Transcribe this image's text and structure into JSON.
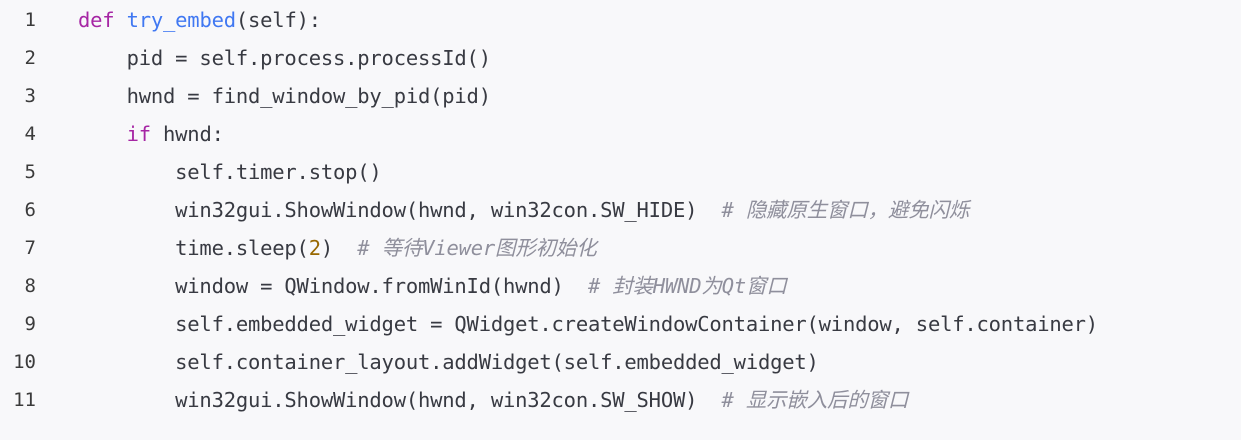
{
  "code_block": {
    "language": "python",
    "lines": [
      {
        "number": "1",
        "indent": "",
        "tokens": [
          {
            "type": "keyword",
            "text": "def"
          },
          {
            "type": "plain",
            "text": " "
          },
          {
            "type": "funcname",
            "text": "try_embed"
          },
          {
            "type": "plain",
            "text": "(self):"
          }
        ]
      },
      {
        "number": "2",
        "indent": "    ",
        "tokens": [
          {
            "type": "plain",
            "text": "pid = self.process.processId()"
          }
        ]
      },
      {
        "number": "3",
        "indent": "    ",
        "tokens": [
          {
            "type": "plain",
            "text": "hwnd = find_window_by_pid(pid)"
          }
        ]
      },
      {
        "number": "4",
        "indent": "    ",
        "tokens": [
          {
            "type": "keyword",
            "text": "if"
          },
          {
            "type": "plain",
            "text": " hwnd:"
          }
        ]
      },
      {
        "number": "5",
        "indent": "        ",
        "tokens": [
          {
            "type": "plain",
            "text": "self.timer.stop()"
          }
        ]
      },
      {
        "number": "6",
        "indent": "        ",
        "tokens": [
          {
            "type": "plain",
            "text": "win32gui.ShowWindow(hwnd, win32con.SW_HIDE)  "
          },
          {
            "type": "comment",
            "text": "# 隐藏原生窗口，避免闪烁"
          }
        ]
      },
      {
        "number": "7",
        "indent": "        ",
        "tokens": [
          {
            "type": "plain",
            "text": "time.sleep("
          },
          {
            "type": "number",
            "text": "2"
          },
          {
            "type": "plain",
            "text": ")  "
          },
          {
            "type": "comment",
            "text": "# 等待Viewer图形初始化"
          }
        ]
      },
      {
        "number": "8",
        "indent": "        ",
        "tokens": [
          {
            "type": "plain",
            "text": "window = QWindow.fromWinId(hwnd)  "
          },
          {
            "type": "comment",
            "text": "# 封装HWND为Qt窗口"
          }
        ]
      },
      {
        "number": "9",
        "indent": "        ",
        "tokens": [
          {
            "type": "plain",
            "text": "self.embedded_widget = QWidget.createWindowContainer(window, self.container)"
          }
        ]
      },
      {
        "number": "10",
        "indent": "        ",
        "tokens": [
          {
            "type": "plain",
            "text": "self.container_layout.addWidget(self.embedded_widget)"
          }
        ]
      },
      {
        "number": "11",
        "indent": "        ",
        "tokens": [
          {
            "type": "plain",
            "text": "win32gui.ShowWindow(hwnd, win32con.SW_SHOW)  "
          },
          {
            "type": "comment",
            "text": "# 显示嵌入后的窗口"
          }
        ]
      }
    ]
  },
  "colors": {
    "background": "#f8f8fa",
    "keyword": "#a626a4",
    "function_name": "#4078f2",
    "number": "#986801",
    "comment": "#8f8f9c",
    "plain": "#383a42",
    "line_number": "#3b3b3b"
  }
}
